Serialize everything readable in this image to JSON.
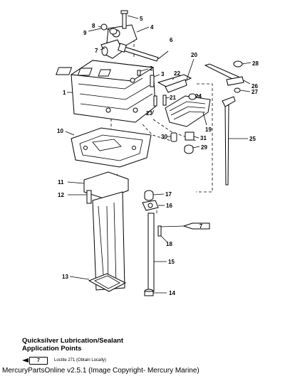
{
  "callouts": {
    "c1": "1",
    "c2": "2",
    "c3": "3",
    "c4": "4",
    "c5": "5",
    "c6": "6",
    "c7": "7",
    "c8": "8",
    "c9": "9",
    "c10": "10",
    "c11": "11",
    "c12": "12",
    "c13": "13",
    "c14": "14",
    "c15": "15",
    "c16": "16",
    "c17": "17",
    "c18": "18",
    "c19": "19",
    "c20": "20",
    "c21": "21",
    "c22": "22",
    "c23": "23",
    "c24": "24",
    "c25": "25",
    "c26": "26",
    "c27": "27",
    "c28": "28",
    "c29": "29",
    "c30": "30",
    "c31": "31"
  },
  "diagram_tag": {
    "number": "7"
  },
  "legend": {
    "title_line1": "Quicksilver Lubrication/Sealant",
    "title_line2": "Application Points",
    "tube_number": "7",
    "item_text": "Loctite 271 (Obtain Locally)"
  },
  "copyright": "MercuryPartsOnline v2.5.1 (Image Copyright- Mercury Marine)"
}
